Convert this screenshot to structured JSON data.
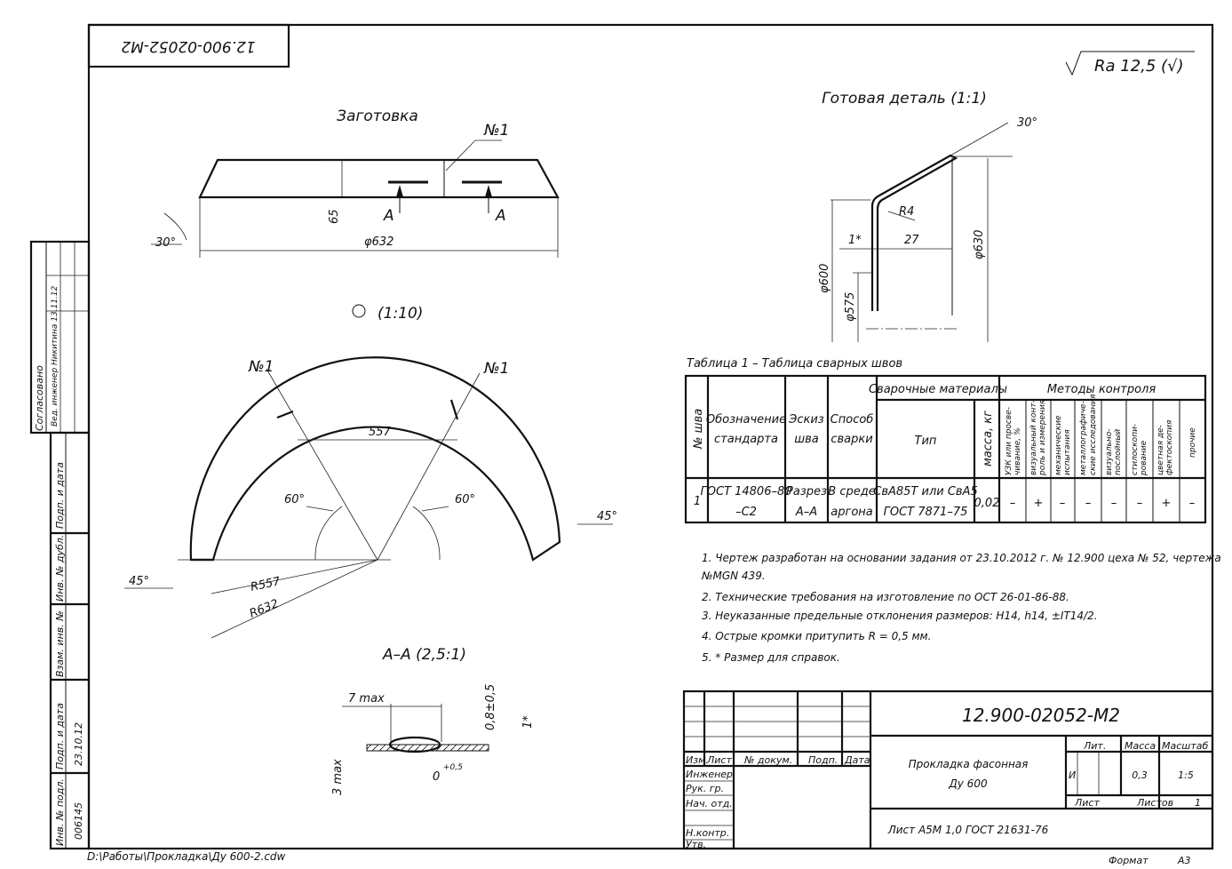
{
  "stamp_top": "12.900-02052-M2",
  "roughness": "Ra 12,5 (√)",
  "blank": {
    "title": "Заготовка",
    "weld_label": "№1",
    "section_a": "A",
    "dim_height": "65",
    "dim_diameter": "φ632",
    "angle": "30°"
  },
  "plan": {
    "title": "(1:10)",
    "weld_left": "№1",
    "weld_right": "№1",
    "chord": "557",
    "angle_left": "60°",
    "angle_right": "60°",
    "chamfer_left": "45°",
    "chamfer_right": "45°",
    "r_inner": "R557",
    "r_outer": "R632"
  },
  "finished": {
    "title": "Готовая деталь (1:1)",
    "angle": "30°",
    "radius": "R4",
    "thickness": "1*",
    "width": "27",
    "d600": "φ600",
    "d575": "φ575",
    "d630": "φ630"
  },
  "section": {
    "title": "А–А (2,5:1)",
    "width_max": "7 max",
    "height_tol": "0,8±0,5",
    "thick": "1*",
    "gap": "0",
    "gap_tol": "+0,5",
    "depth_max": "3 max"
  },
  "weld_table": {
    "caption": "Таблица 1 – Таблица сварных швов",
    "headers": {
      "no": "№ шва",
      "standard": [
        "Обозначение",
        "стандарта"
      ],
      "sketch": [
        "Эскиз",
        "шва"
      ],
      "method": [
        "Способ",
        "сварки"
      ],
      "materials": "Сварочные материалы",
      "type": "Тип",
      "mass": "масса, кг",
      "control": "Методы контроля"
    },
    "control_methods": [
      [
        "УЗК или просве-",
        "чивание, %"
      ],
      [
        "визуальный конт-",
        "роль и измерения"
      ],
      [
        "механические",
        "испытания"
      ],
      [
        "металлографиче-",
        "ские исследования"
      ],
      [
        "визуально-",
        "послойный"
      ],
      [
        "стилоскопи-",
        "рование"
      ],
      [
        "цветная де-",
        "фектоскопия"
      ],
      [
        "прочие",
        ""
      ]
    ],
    "rows": [
      {
        "no": "1",
        "standard": [
          "ГОСТ 14806–80",
          "–С2"
        ],
        "sketch": [
          "Разрез",
          "А–А"
        ],
        "method": [
          "В среде",
          "аргона"
        ],
        "type": [
          "СвА85Т или СвА5",
          "ГОСТ 7871–75"
        ],
        "mass": "0,02",
        "controls": [
          "–",
          "+",
          "–",
          "–",
          "–",
          "–",
          "+",
          "–"
        ]
      }
    ]
  },
  "notes": [
    "1.  Чертеж разработан на основании задания от 23.10.2012 г. № 12.900 цеха № 52, чертежа",
    "№MGN 439.",
    "2.  Технические требования на изготовление по ОСТ 26-01-86-88.",
    "3.  Неуказанные предельные отклонения размеров: H14, h14, ±IT14/2.",
    "4.  Острые кромки притупить R = 0,5 мм.",
    "5.   * Размер для справок."
  ],
  "title_block": {
    "designation": "12.900-02052-M2",
    "name": [
      "Прокладка фасонная",
      "Ду 600"
    ],
    "material": "Лист А5М 1,0 ГОСТ 21631-76",
    "col_headers": [
      "Изм.",
      "Лист",
      "№ докум.",
      "Подп.",
      "Дата"
    ],
    "roles": [
      "Инженер",
      "Рук. гр.",
      "Нач. отд.",
      "",
      "Н.контр.",
      "Утв."
    ],
    "lit_label": "Лит.",
    "mass_label": "Масса",
    "scale_label": "Масштаб",
    "lit": "И",
    "mass": "0,3",
    "scale": "1:5",
    "sheet_label": "Лист",
    "sheets_label": "Листов",
    "sheets": "1",
    "format_label": "Формат",
    "format": "А3"
  },
  "left_strip": {
    "agreed": "Согласовано",
    "agreed_row": "Вед. инженер  Никитина  13.11.12",
    "labels": [
      "Подп. и дата",
      "Инв. № дубл.",
      "Взам. инв. №",
      "Подп. и дата",
      "Инв. № подл."
    ],
    "sign_date": "23.10.12",
    "inv_no": "006145"
  },
  "file_path": "D:\\Работы\\Прокладка\\Ду 600-2.cdw"
}
